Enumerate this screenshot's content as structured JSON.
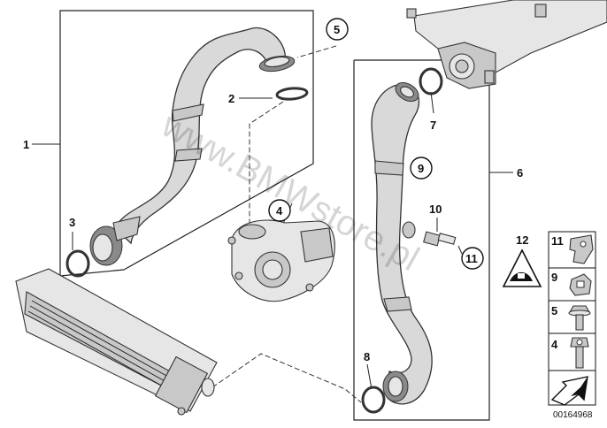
{
  "watermark": "www.BMWstore.pl",
  "diagram_id": "00164968",
  "callouts": {
    "c1": "1",
    "c2": "2",
    "c3": "3",
    "c4": "4",
    "c5": "5",
    "c6": "6",
    "c7": "7",
    "c8": "8",
    "c9": "9",
    "c10": "10",
    "c11": "11",
    "c12": "12"
  },
  "legend": {
    "items": [
      {
        "number": "11",
        "icon": "bracket-clip-icon"
      },
      {
        "number": "9",
        "icon": "spring-clip-icon"
      },
      {
        "number": "5",
        "icon": "hex-flange-bolt-icon"
      },
      {
        "number": "4",
        "icon": "hex-bolt-icon"
      }
    ],
    "arrow_icon": "direction-arrow-icon"
  }
}
